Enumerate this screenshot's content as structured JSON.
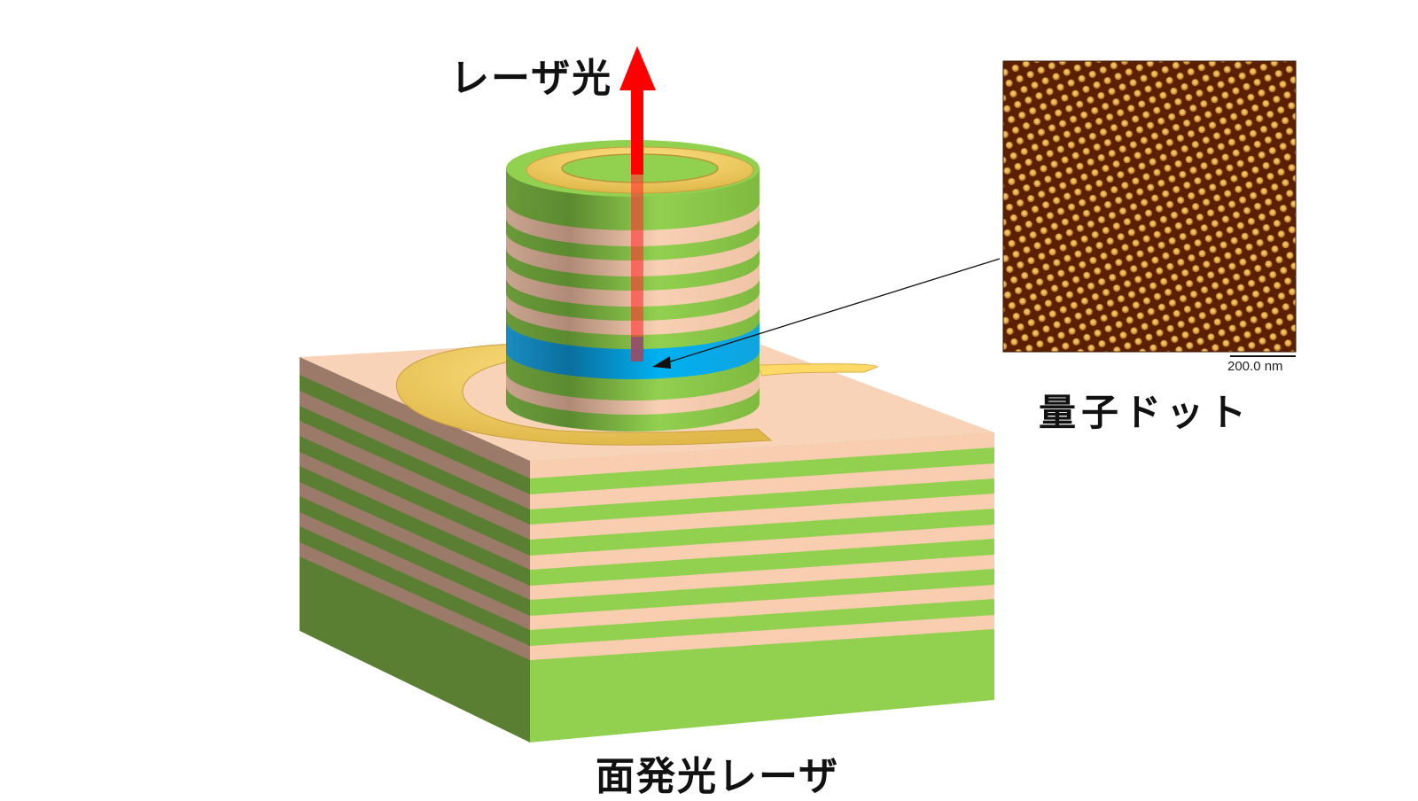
{
  "labels": {
    "laser_light": "レーザ光",
    "quantum_dot": "量子ドット",
    "device": "面発光レーザ"
  },
  "afm_image": {
    "scale_bar_label": "200.0 nm",
    "description": "AFM image of self-assembled quantum dots"
  },
  "colors": {
    "green_light": "#92d050",
    "green_dark": "#5a7f32",
    "peach": "#f8d0b4",
    "peach_dark": "#9c7a6a",
    "gold": "#ffd966",
    "active_blue": "#00b0f0",
    "arrow_red": "#ff0000",
    "afm_bg": "#5a2000",
    "afm_dot": "#f0c060"
  }
}
